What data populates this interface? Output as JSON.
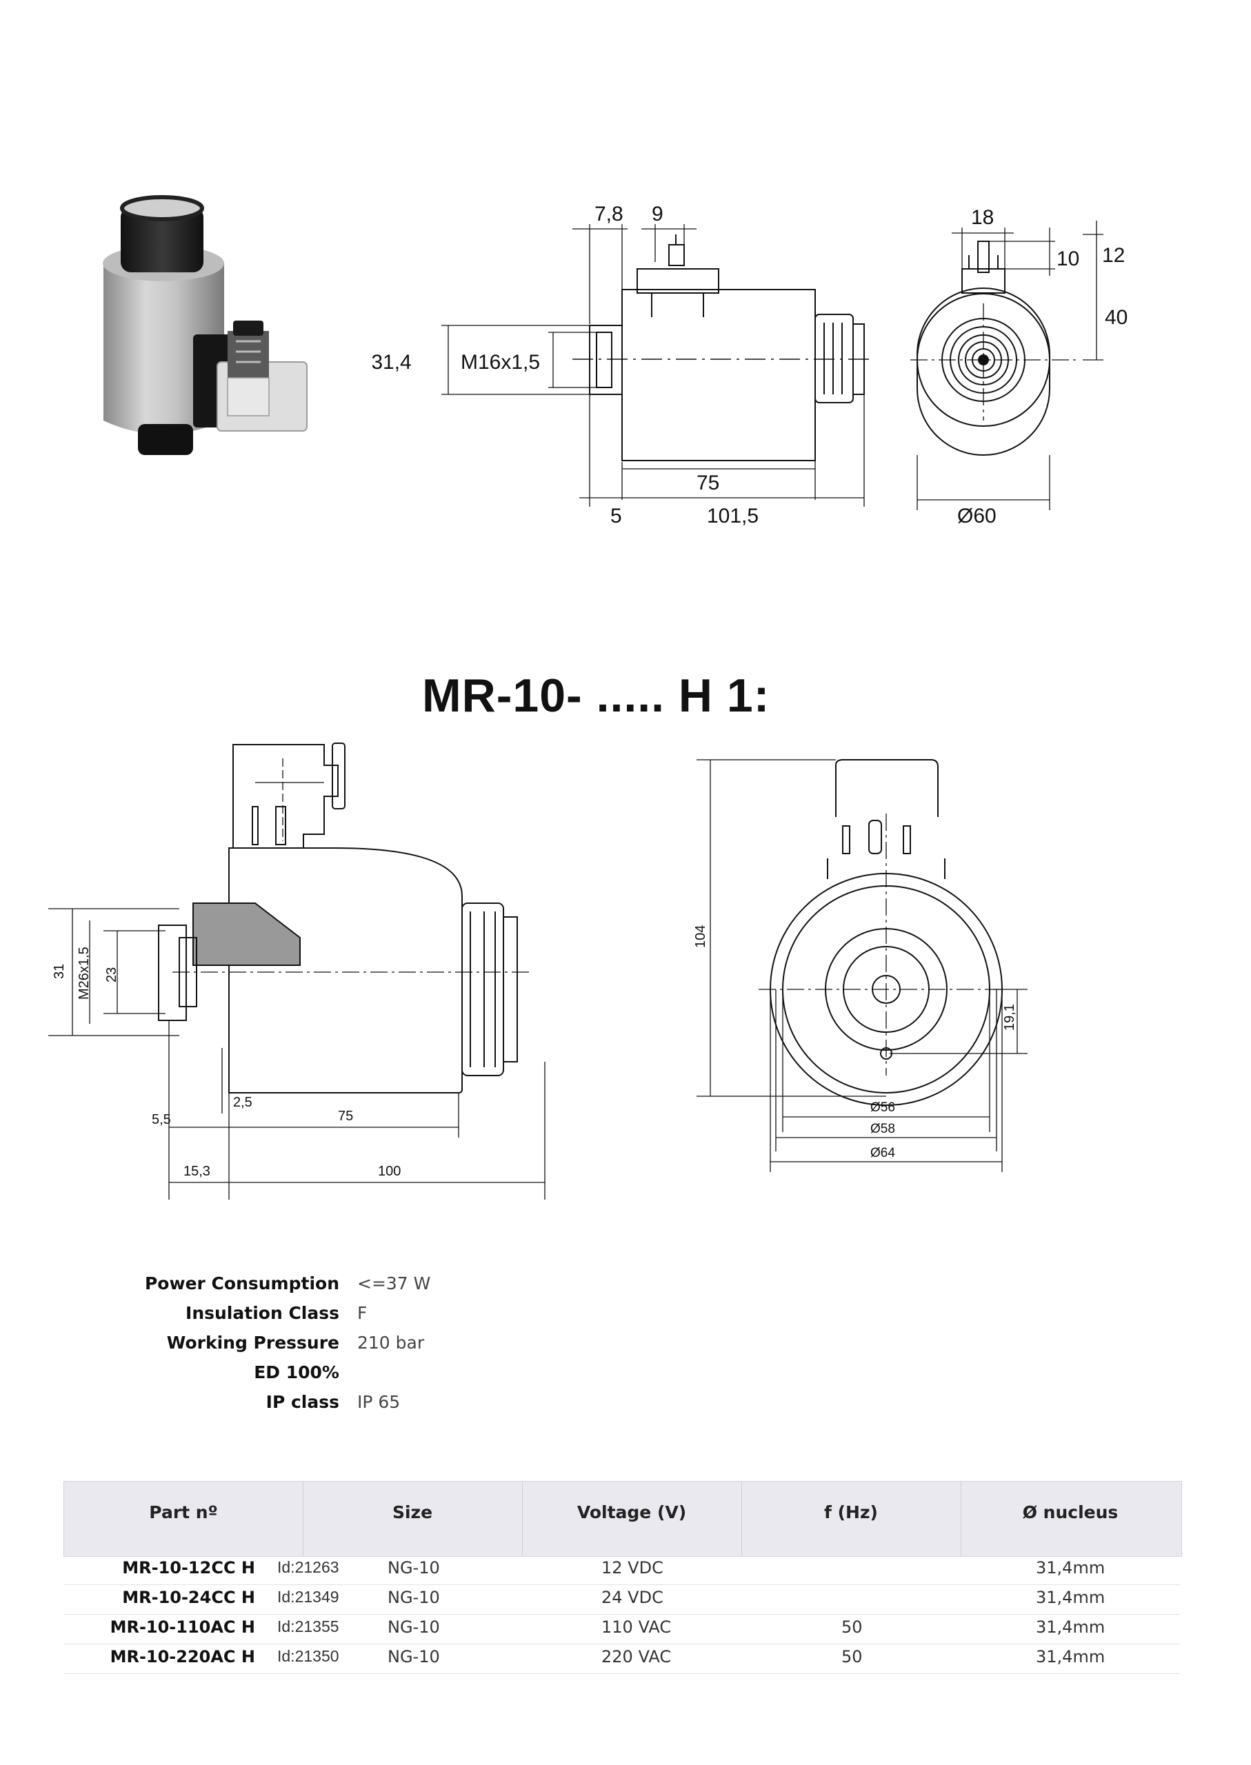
{
  "drawing1": {
    "dims": {
      "d78": "7,8",
      "d9": "9",
      "d314": "Ø31,4",
      "m16": "M16x1,5",
      "d75": "75",
      "d5": "5",
      "d1015": "101,5",
      "d18": "18",
      "d10": "10",
      "d12": "12",
      "d40": "40",
      "d60": "Ø60"
    }
  },
  "title": "MR-10- ..... H 1:",
  "drawing2": {
    "dims": {
      "d31": "31",
      "m26": "M26x1,5",
      "d23": "23",
      "d25": "2,5",
      "d55": "5,5",
      "d75": "75",
      "d153": "15,3",
      "d100": "100",
      "d104": "104",
      "d191": "19,1",
      "d56": "Ø56",
      "d58": "Ø58",
      "d64": "Ø64"
    }
  },
  "specs": [
    {
      "label": "Power Consumption",
      "value": "<=37 W"
    },
    {
      "label": "Insulation Class",
      "value": "F"
    },
    {
      "label": "Working Pressure",
      "value": "210 bar"
    },
    {
      "label": "ED 100%",
      "value": ""
    },
    {
      "label": "IP class",
      "value": "IP 65"
    }
  ],
  "table": {
    "headers": [
      "Part nº",
      "Size",
      "Voltage (V)",
      "f (Hz)",
      "Ø nucleus"
    ],
    "rows": [
      {
        "part": "MR-10-12CC H",
        "id": "Id:21263",
        "size": "NG-10",
        "voltage": "12 VDC",
        "freq": "",
        "nucleus": "31,4mm"
      },
      {
        "part": "MR-10-24CC H",
        "id": "Id:21349",
        "size": "NG-10",
        "voltage": "24 VDC",
        "freq": "",
        "nucleus": "31,4mm"
      },
      {
        "part": "MR-10-110AC H",
        "id": "Id:21355",
        "size": "NG-10",
        "voltage": "110 VAC",
        "freq": "50",
        "nucleus": "31,4mm"
      },
      {
        "part": "MR-10-220AC H",
        "id": "Id:21350",
        "size": "NG-10",
        "voltage": "220 VAC",
        "freq": "50",
        "nucleus": "31,4mm"
      }
    ]
  }
}
